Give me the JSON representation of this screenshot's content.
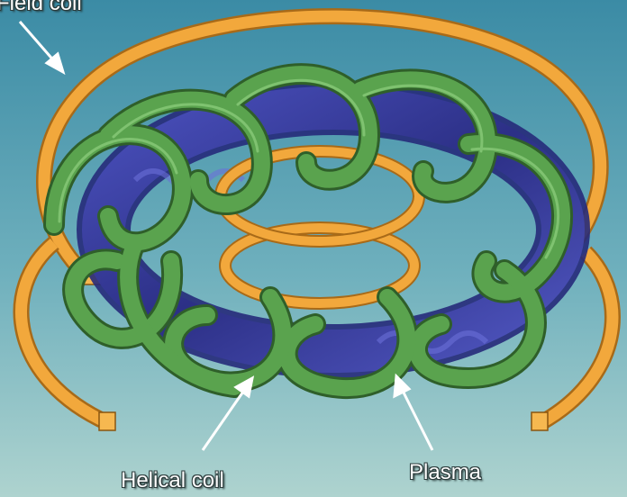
{
  "labels": {
    "field_coil": "Field coil",
    "helical_coil": "Helical coil",
    "plasma": "Plasma"
  },
  "colors": {
    "background_top": "#3f8fa7",
    "background_bottom": "#a9d1d0",
    "field_coil": "#f2a83c",
    "helical_coil": "#5aa34e",
    "plasma": "#3a3fa0",
    "label_text": "#ffffff"
  }
}
